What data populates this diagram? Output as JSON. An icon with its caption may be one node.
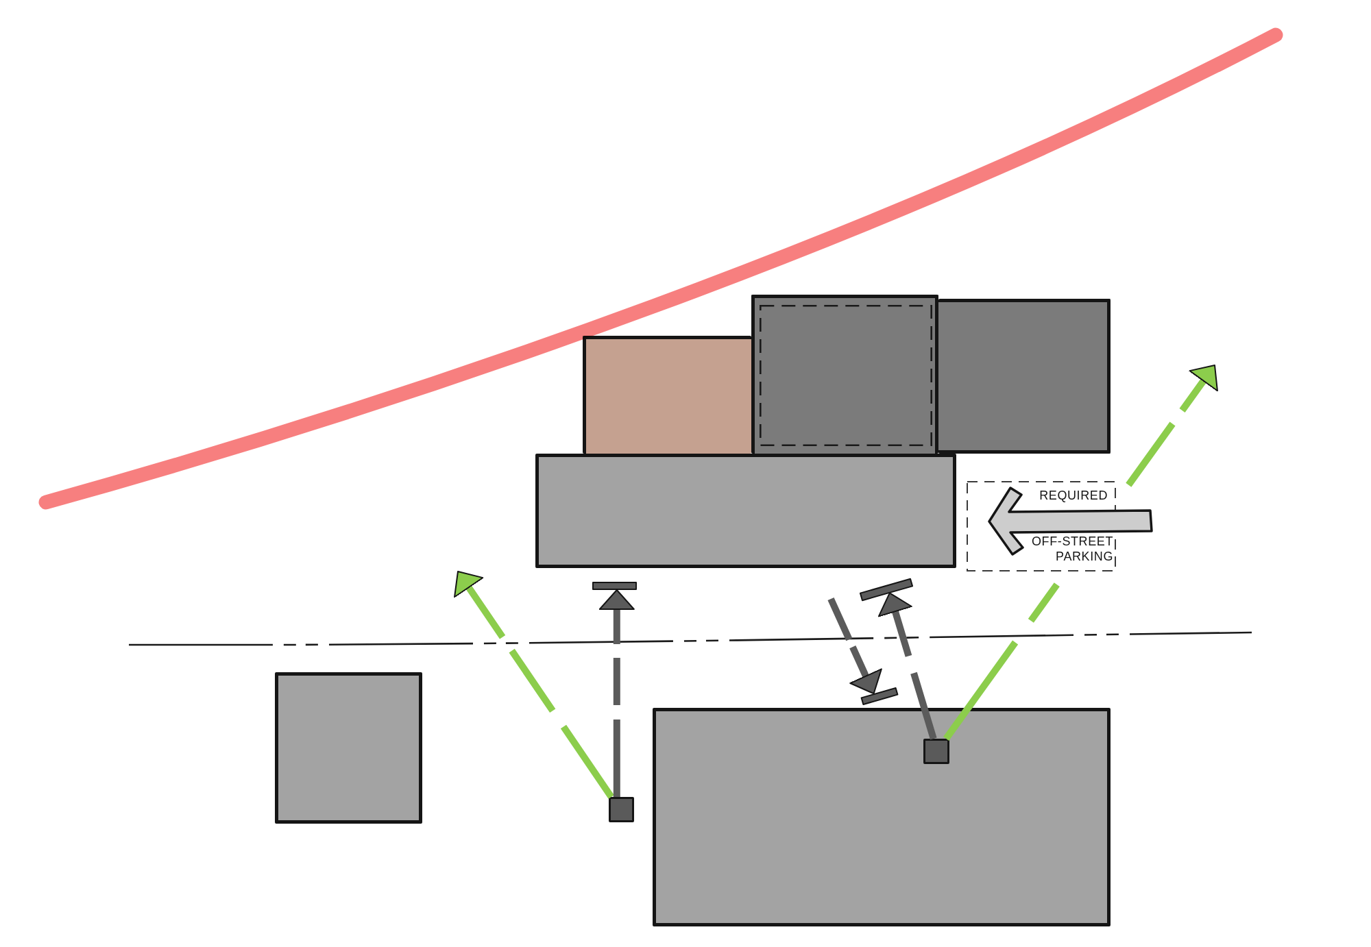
{
  "diagram": {
    "nodes": [
      {
        "text": [],
        "shape": "box"
      },
      {
        "text": [],
        "shape": "box"
      },
      {
        "text": [],
        "shape": "box",
        "in": 1
      },
      {
        "text": [],
        "shape": "box"
      },
      {
        "text": [],
        "shape": "box"
      },
      {
        "text": [
          "REQUIRED",
          "OFF-STREET PARKING"
        ]
      },
      {
        "text": [],
        "shape": "bar"
      },
      {
        "text": [],
        "shape": "bar"
      },
      {
        "text": [],
        "shape": "box"
      },
      {
        "text": [],
        "shape": "bar"
      },
      {
        "text": [],
        "shape": "box"
      },
      {
        "text": [],
        "shape": "box",
        "in": 10
      },
      {
        "text": [],
        "shape": "box"
      }
    ],
    "edges": [
      {
        "from": 12,
        "to": null,
        "arrow": "to",
        "style": "dashed",
        "color": "#8ccd4c"
      },
      {
        "from": 12,
        "to": 6,
        "arrow": "to",
        "style": "dashed"
      },
      {
        "from": null,
        "to": 9,
        "arrow": "to",
        "style": "dashed"
      },
      {
        "from": 11,
        "to": 7,
        "arrow": "to",
        "style": "dashed"
      },
      {
        "from": 11,
        "to": null,
        "arrow": "to",
        "style": "dashed",
        "color": "#8ccd4c"
      }
    ]
  }
}
